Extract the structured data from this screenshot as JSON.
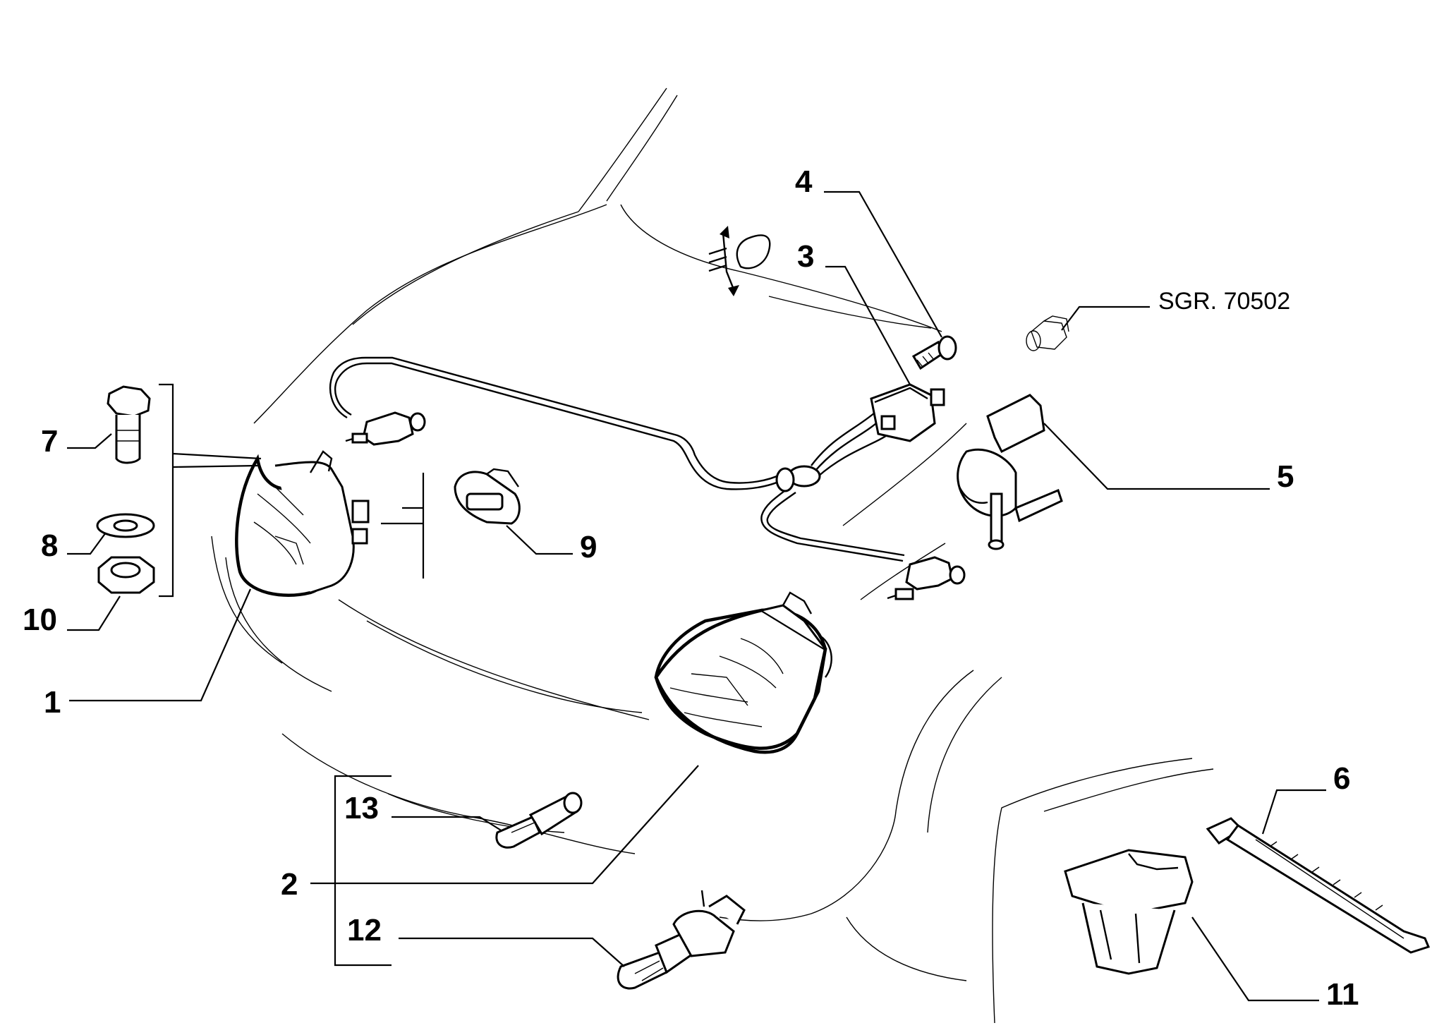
{
  "diagram": {
    "labels": {
      "p1": "1",
      "p2": "2",
      "p3": "3",
      "p4": "4",
      "p5": "5",
      "p6": "6",
      "p7": "7",
      "p8": "8",
      "p9": "9",
      "p10": "10",
      "p11": "11",
      "p12": "12",
      "p13": "13"
    },
    "reference": "SGR. 70502",
    "icons": {
      "headlamp_leveling": "headlamp-level-adjust-icon"
    },
    "line_color": "#000000",
    "background": "#ffffff"
  }
}
